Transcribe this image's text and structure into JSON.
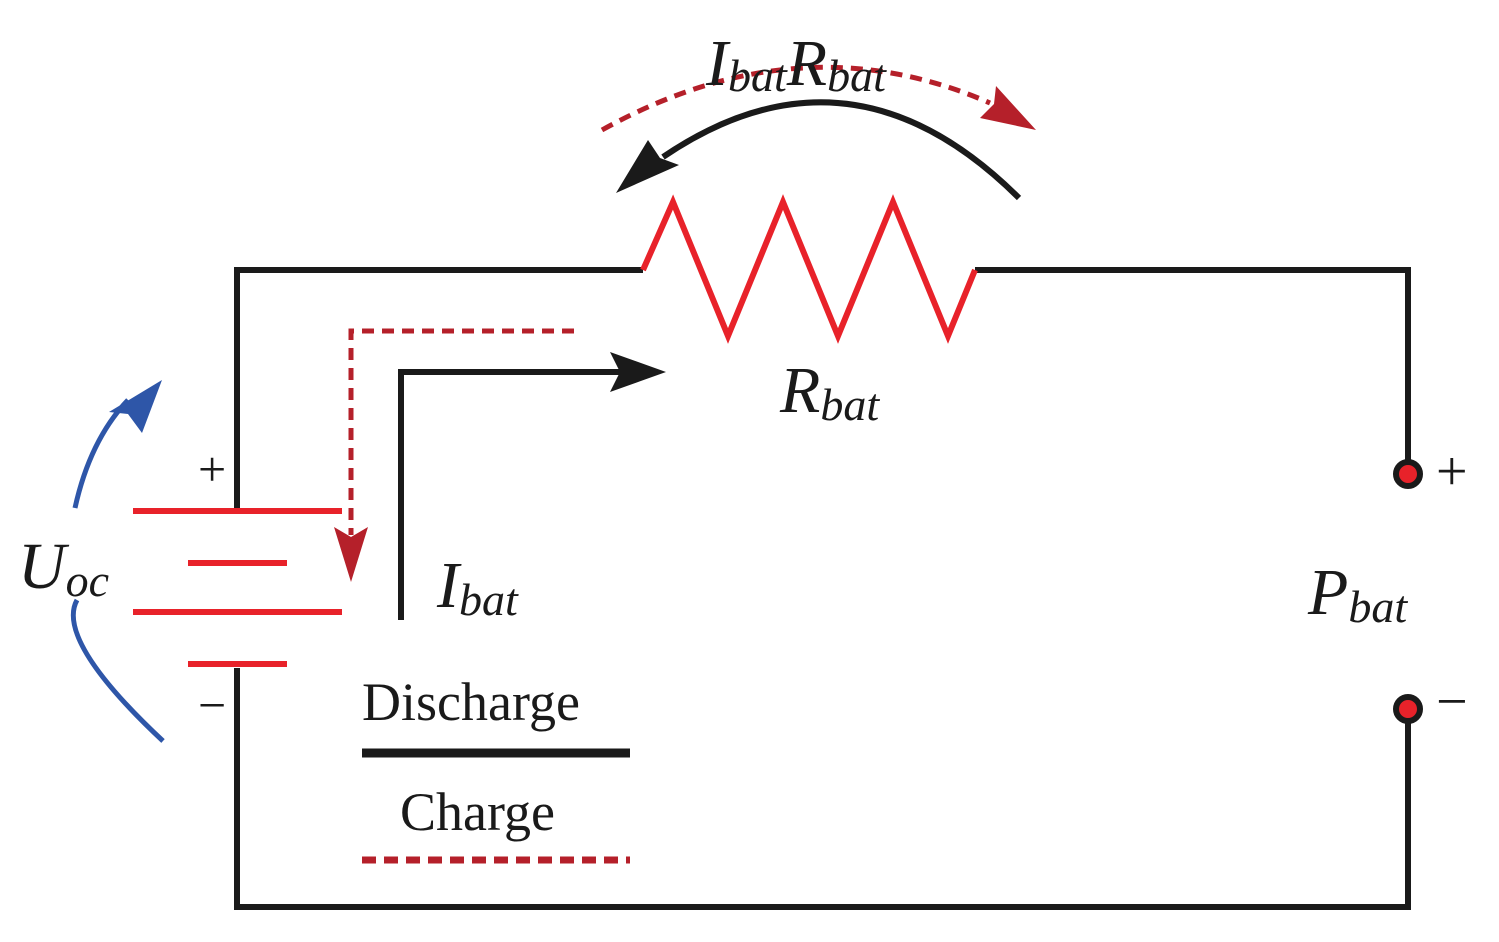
{
  "colors": {
    "wire": "#1a1a1a",
    "resistor": "#e8222a",
    "battery": "#e8222a",
    "charge": "#b5202a",
    "voltage_arrow": "#2e56a8",
    "terminal_fill": "#e8222a"
  },
  "labels": {
    "ibat_rbat": {
      "i": "I",
      "i_sub": "bat",
      "r": "R",
      "r_sub": "bat"
    },
    "rbat": {
      "main": "R",
      "sub": "bat"
    },
    "ibat": {
      "main": "I",
      "sub": "bat"
    },
    "uoc": {
      "main": "U",
      "sub": "oc"
    },
    "pbat": {
      "main": "P",
      "sub": "bat"
    },
    "battery_plus": "+",
    "battery_minus": "−",
    "terminal_plus": "+",
    "terminal_minus": "−"
  },
  "legend": {
    "discharge": "Discharge",
    "charge": "Charge"
  },
  "icons": {
    "resistor": "resistor-icon",
    "battery": "battery-icon",
    "terminal": "terminal-icon"
  }
}
